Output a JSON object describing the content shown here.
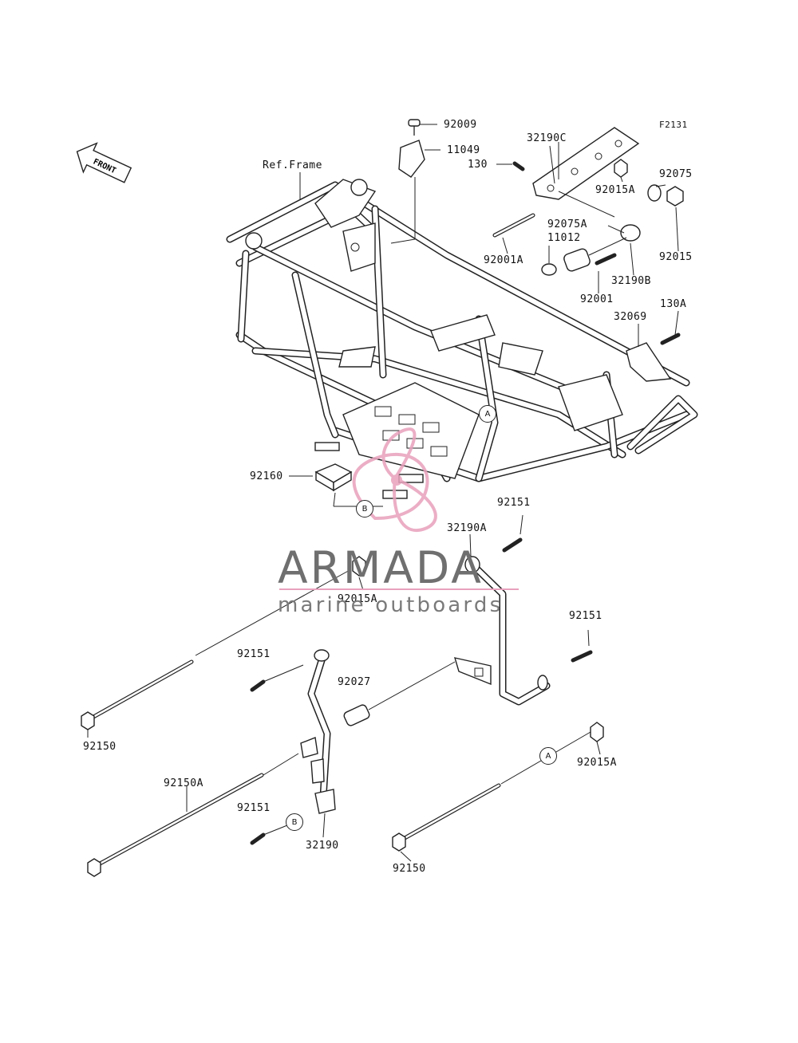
{
  "figure_code": "F2131",
  "front_label": "FRONT",
  "ref_label": "Ref.Frame",
  "part_labels": [
    "92009",
    "11049",
    "130",
    "32190C",
    "92075",
    "92015A",
    "92075A",
    "11012",
    "92001A",
    "92015",
    "32190B",
    "92001",
    "130A",
    "32069",
    "92160",
    "92151",
    "32190A",
    "92015A",
    "92151",
    "92151",
    "92027",
    "92150",
    "92150A",
    "92015A",
    "92151",
    "32190",
    "92150"
  ],
  "callouts": [
    "A",
    "B",
    "A",
    "B"
  ],
  "watermark": {
    "brand": "ARMADA",
    "tagline": "marine outboards",
    "accent_color": "#e8a1bc",
    "text_color": "#6f6f6f"
  },
  "colors": {
    "ink": "#222222",
    "background": "#ffffff"
  }
}
